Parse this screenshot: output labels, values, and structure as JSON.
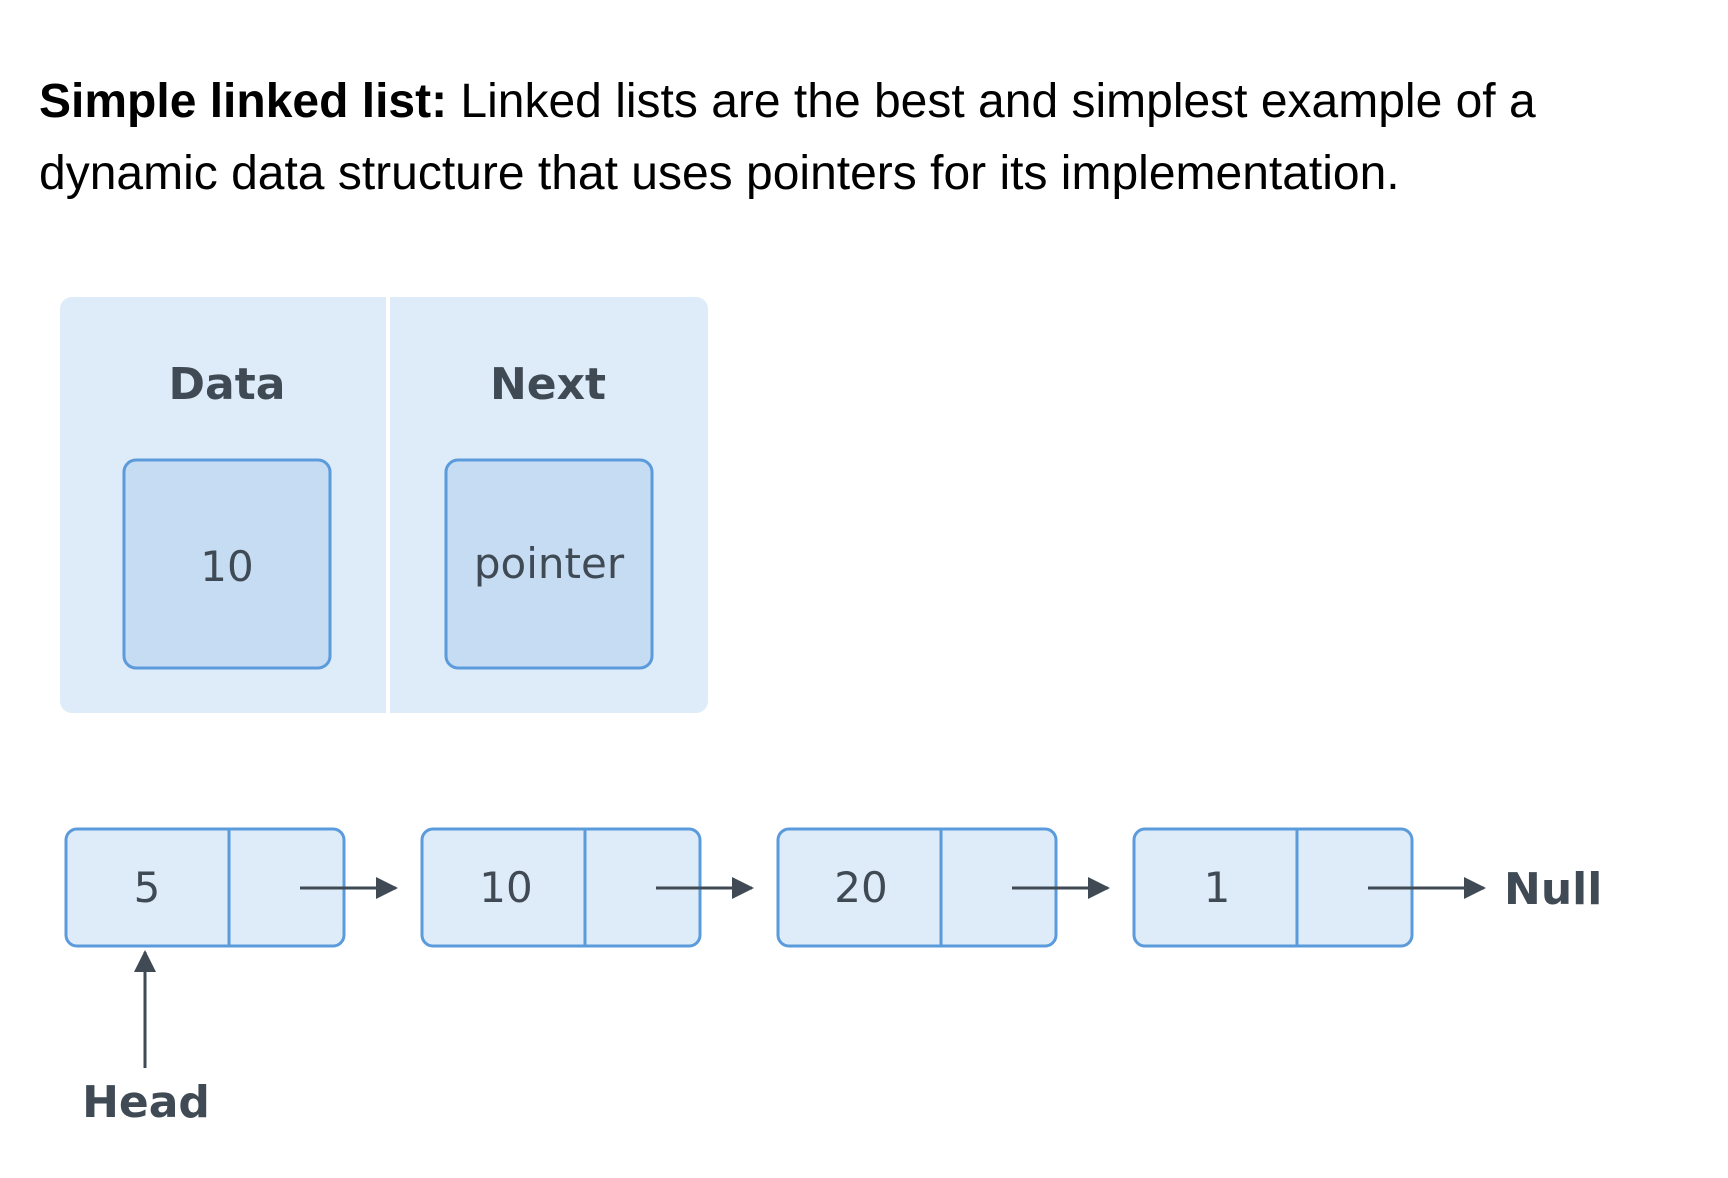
{
  "description": {
    "lead": "Simple linked list:",
    "text": " Linked lists are the best and simplest example of a dynamic data structure that uses pointers for its implementation."
  },
  "node_anatomy": {
    "data_label": "Data",
    "next_label": "Next",
    "data_value": "10",
    "next_value": "pointer"
  },
  "chain": {
    "nodes": [
      "5",
      "10",
      "20",
      "1"
    ],
    "end_label": "Null",
    "head_label": "Head"
  },
  "colors": {
    "panel_fill": "#deebf8",
    "cell_fill": "#c6dcf2",
    "stroke": "#5b9bdc",
    "text": "#3f4a55"
  }
}
